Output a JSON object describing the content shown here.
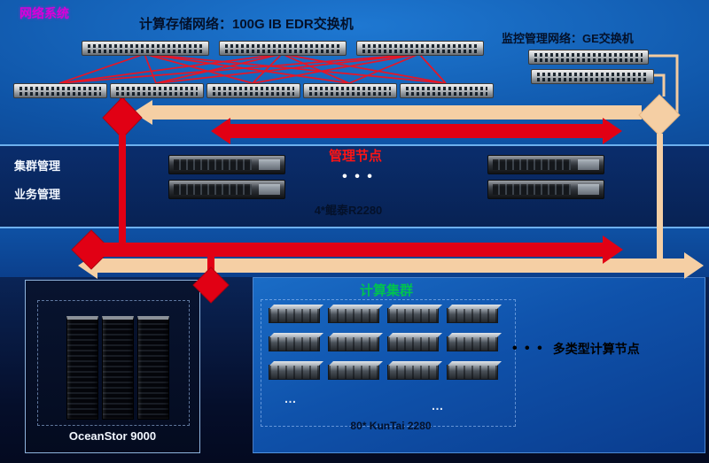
{
  "header": {
    "network_system_label": "网络系统"
  },
  "network": {
    "compute_storage_title": "计算存储网络：100G IB EDR交换机",
    "monitor_title": "监控管理网络：GE交换机"
  },
  "management": {
    "title": "管理节点",
    "labels": [
      "集群管理",
      "业务管理"
    ],
    "ellipsis": "• • •",
    "caption": "4*鲲泰R2280"
  },
  "storage": {
    "label": "OceanStor 9000"
  },
  "compute": {
    "title": "计算集群",
    "caption": "80* KunTai 2280",
    "grid_ellipsis": "…",
    "note_ellipsis": "• • •",
    "note": "多类型计算节点"
  },
  "colors": {
    "accent_red": "#e10014",
    "accent_tan": "#f5cfa4",
    "magenta_label": "#d800d8",
    "green_title": "#00c251",
    "strip_border_blue": "#6db0ee"
  }
}
